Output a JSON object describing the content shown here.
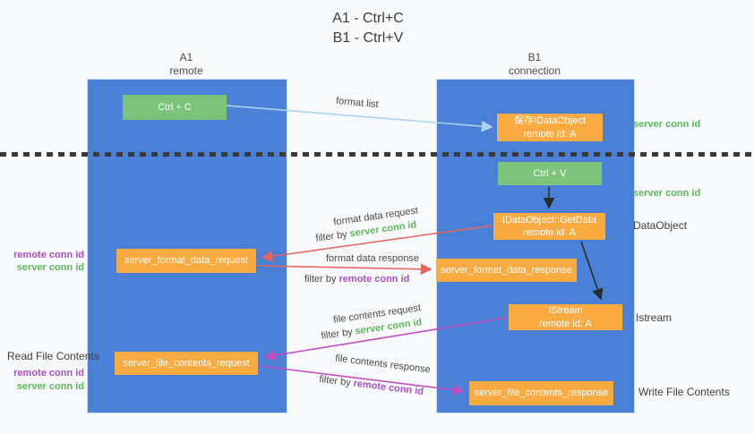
{
  "title": {
    "line1": "A1 - Ctrl+C",
    "line2": "B1 - Ctrl+V"
  },
  "lanes": {
    "left": {
      "name": "A1",
      "subtitle": "remote"
    },
    "right": {
      "name": "B1",
      "subtitle": "connection"
    }
  },
  "boxes": {
    "ctrl_c": {
      "label": "Ctrl + C"
    },
    "save_idataobject": {
      "line1": "保存IDataObject",
      "line2": "remote id: A"
    },
    "ctrl_v": {
      "label": "Ctrl + V"
    },
    "getdata": {
      "line1": "IDataObject::GetData",
      "line2": "remote id: A"
    },
    "format_request": {
      "label": "server_format_data_request"
    },
    "format_response": {
      "label": "server_format_data_response"
    },
    "istream": {
      "line1": "IStream",
      "line2": "remote id: A"
    },
    "file_request": {
      "label": "server_file_contents_request"
    },
    "file_response": {
      "label": "server_file_contents_response"
    }
  },
  "arrow_labels": {
    "format_list": "format list",
    "format_data_request": "format data request",
    "filter1_prefix": "filter by ",
    "filter1_value": "server conn id",
    "format_data_response": "format data response",
    "filter2_prefix": "filter by ",
    "filter2_value": "remote conn id",
    "file_contents_request": "file contents request",
    "filter3_prefix": "filter by ",
    "filter3_value": "server conn id",
    "file_contents_response": "file contents response",
    "filter4_prefix": "filter by ",
    "filter4_value": "remote conn id"
  },
  "annotations": {
    "right_server_conn_1": "server conn id",
    "right_server_conn_2": "server conn id",
    "dataobject": "DataObject",
    "istream": "Istream",
    "write_file_contents": "Write File Contents",
    "left_remote_conn_1": "remote conn id",
    "left_server_conn_1": "server conn id",
    "read_file_contents": "Read File Contents",
    "left_remote_conn_2": "remote conn id",
    "left_server_conn_2": "server conn id"
  },
  "colors": {
    "lane_blue": "#4a80d6",
    "box_green": "#7cc47c",
    "box_orange": "#f9ab42",
    "arrow_light_blue": "#a9d3f0",
    "arrow_red": "#e8655f",
    "arrow_magenta": "#c24fc2",
    "arrow_black": "#2b2b2b",
    "text_green": "#5cb85c",
    "text_purple": "#a94fc0",
    "text_dark": "#3f3f3f"
  }
}
